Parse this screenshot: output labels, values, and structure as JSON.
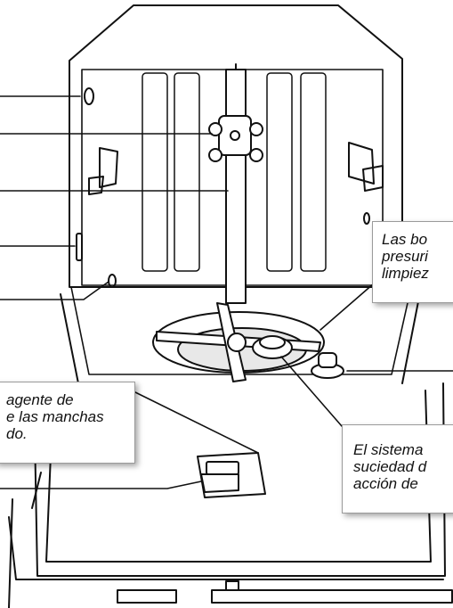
{
  "callouts": {
    "rinse_aid": {
      "lines": [
        "agente de",
        "e las manchas",
        "do."
      ]
    },
    "spray_arms": {
      "lines": [
        "Las bo",
        "presuri",
        "limpiez"
      ]
    },
    "filter_system": {
      "lines": [
        "El sistema",
        "suciedad d",
        "acción de"
      ]
    }
  },
  "colors": {
    "stroke": "#111111",
    "callout_border": "#9a9a9a",
    "background": "#ffffff"
  }
}
